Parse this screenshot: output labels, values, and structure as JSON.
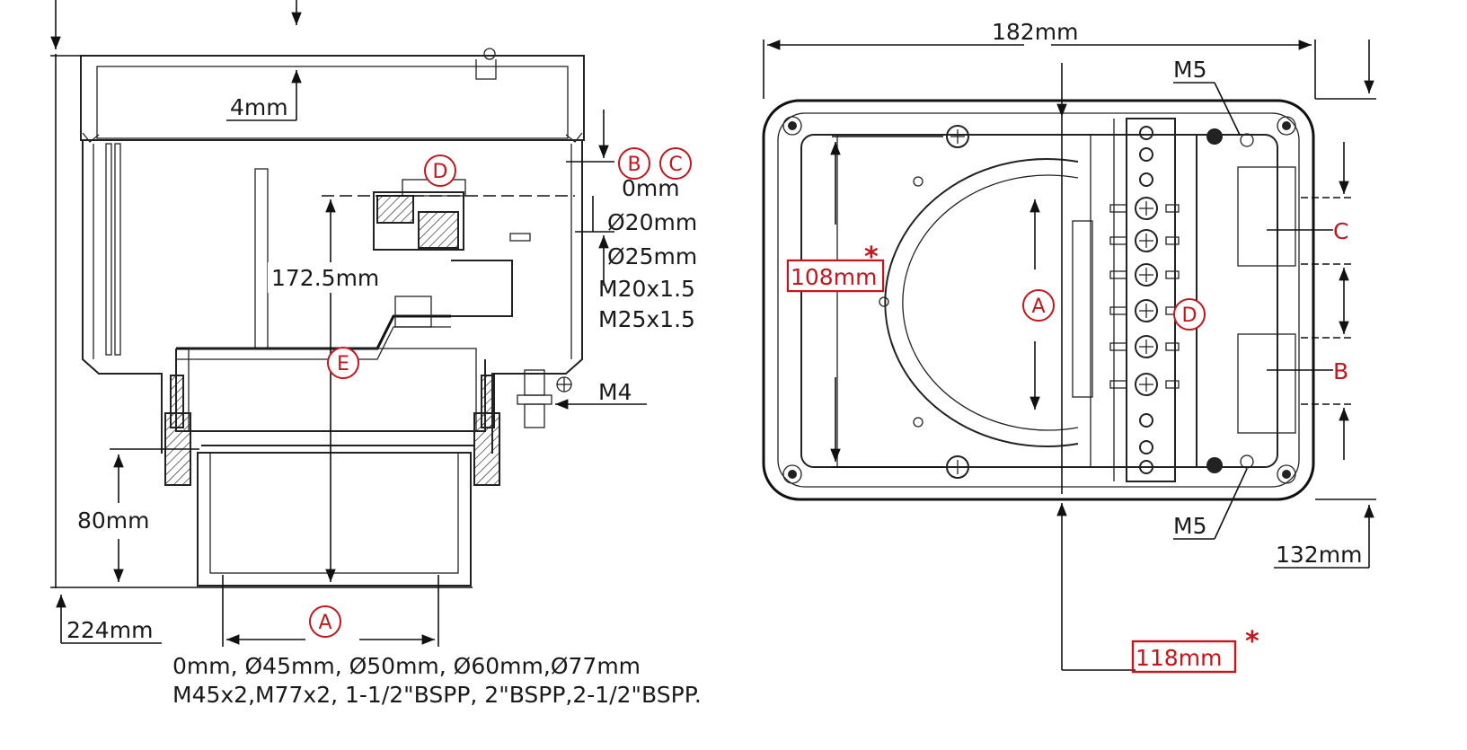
{
  "side_view": {
    "dim_top_gap": "4mm",
    "dim_height_label": "172.5mm",
    "dim_socket_label": "80mm",
    "dim_total_height": "224mm",
    "label_D": "D",
    "label_E": "E",
    "label_A": "A",
    "label_B": "B",
    "label_C": "C",
    "cable_entries": {
      "line1": "0mm",
      "line2": "Ø20mm",
      "line3": "Ø25mm",
      "line4": "M20x1.5",
      "line5": "M25x1.5"
    },
    "screw_label": "M4",
    "outlet_options": {
      "line1": "0mm, Ø45mm, Ø50mm, Ø60mm,Ø77mm",
      "line2": "M45x2,M77x2, 1-1/2\"BSPP, 2\"BSPP,2-1/2\"BSPP."
    }
  },
  "top_view": {
    "dim_width": "182mm",
    "dim_depth": "132mm",
    "dim_inner_height": "108mm",
    "dim_offset": "118mm",
    "star": "*",
    "screw_top": "M5",
    "screw_bottom": "M5",
    "label_A": "A",
    "label_D": "D",
    "label_B": "B",
    "label_C": "C"
  },
  "colors": {
    "line": "#222222",
    "accent_red": "#c4161c",
    "background": "#ffffff"
  }
}
